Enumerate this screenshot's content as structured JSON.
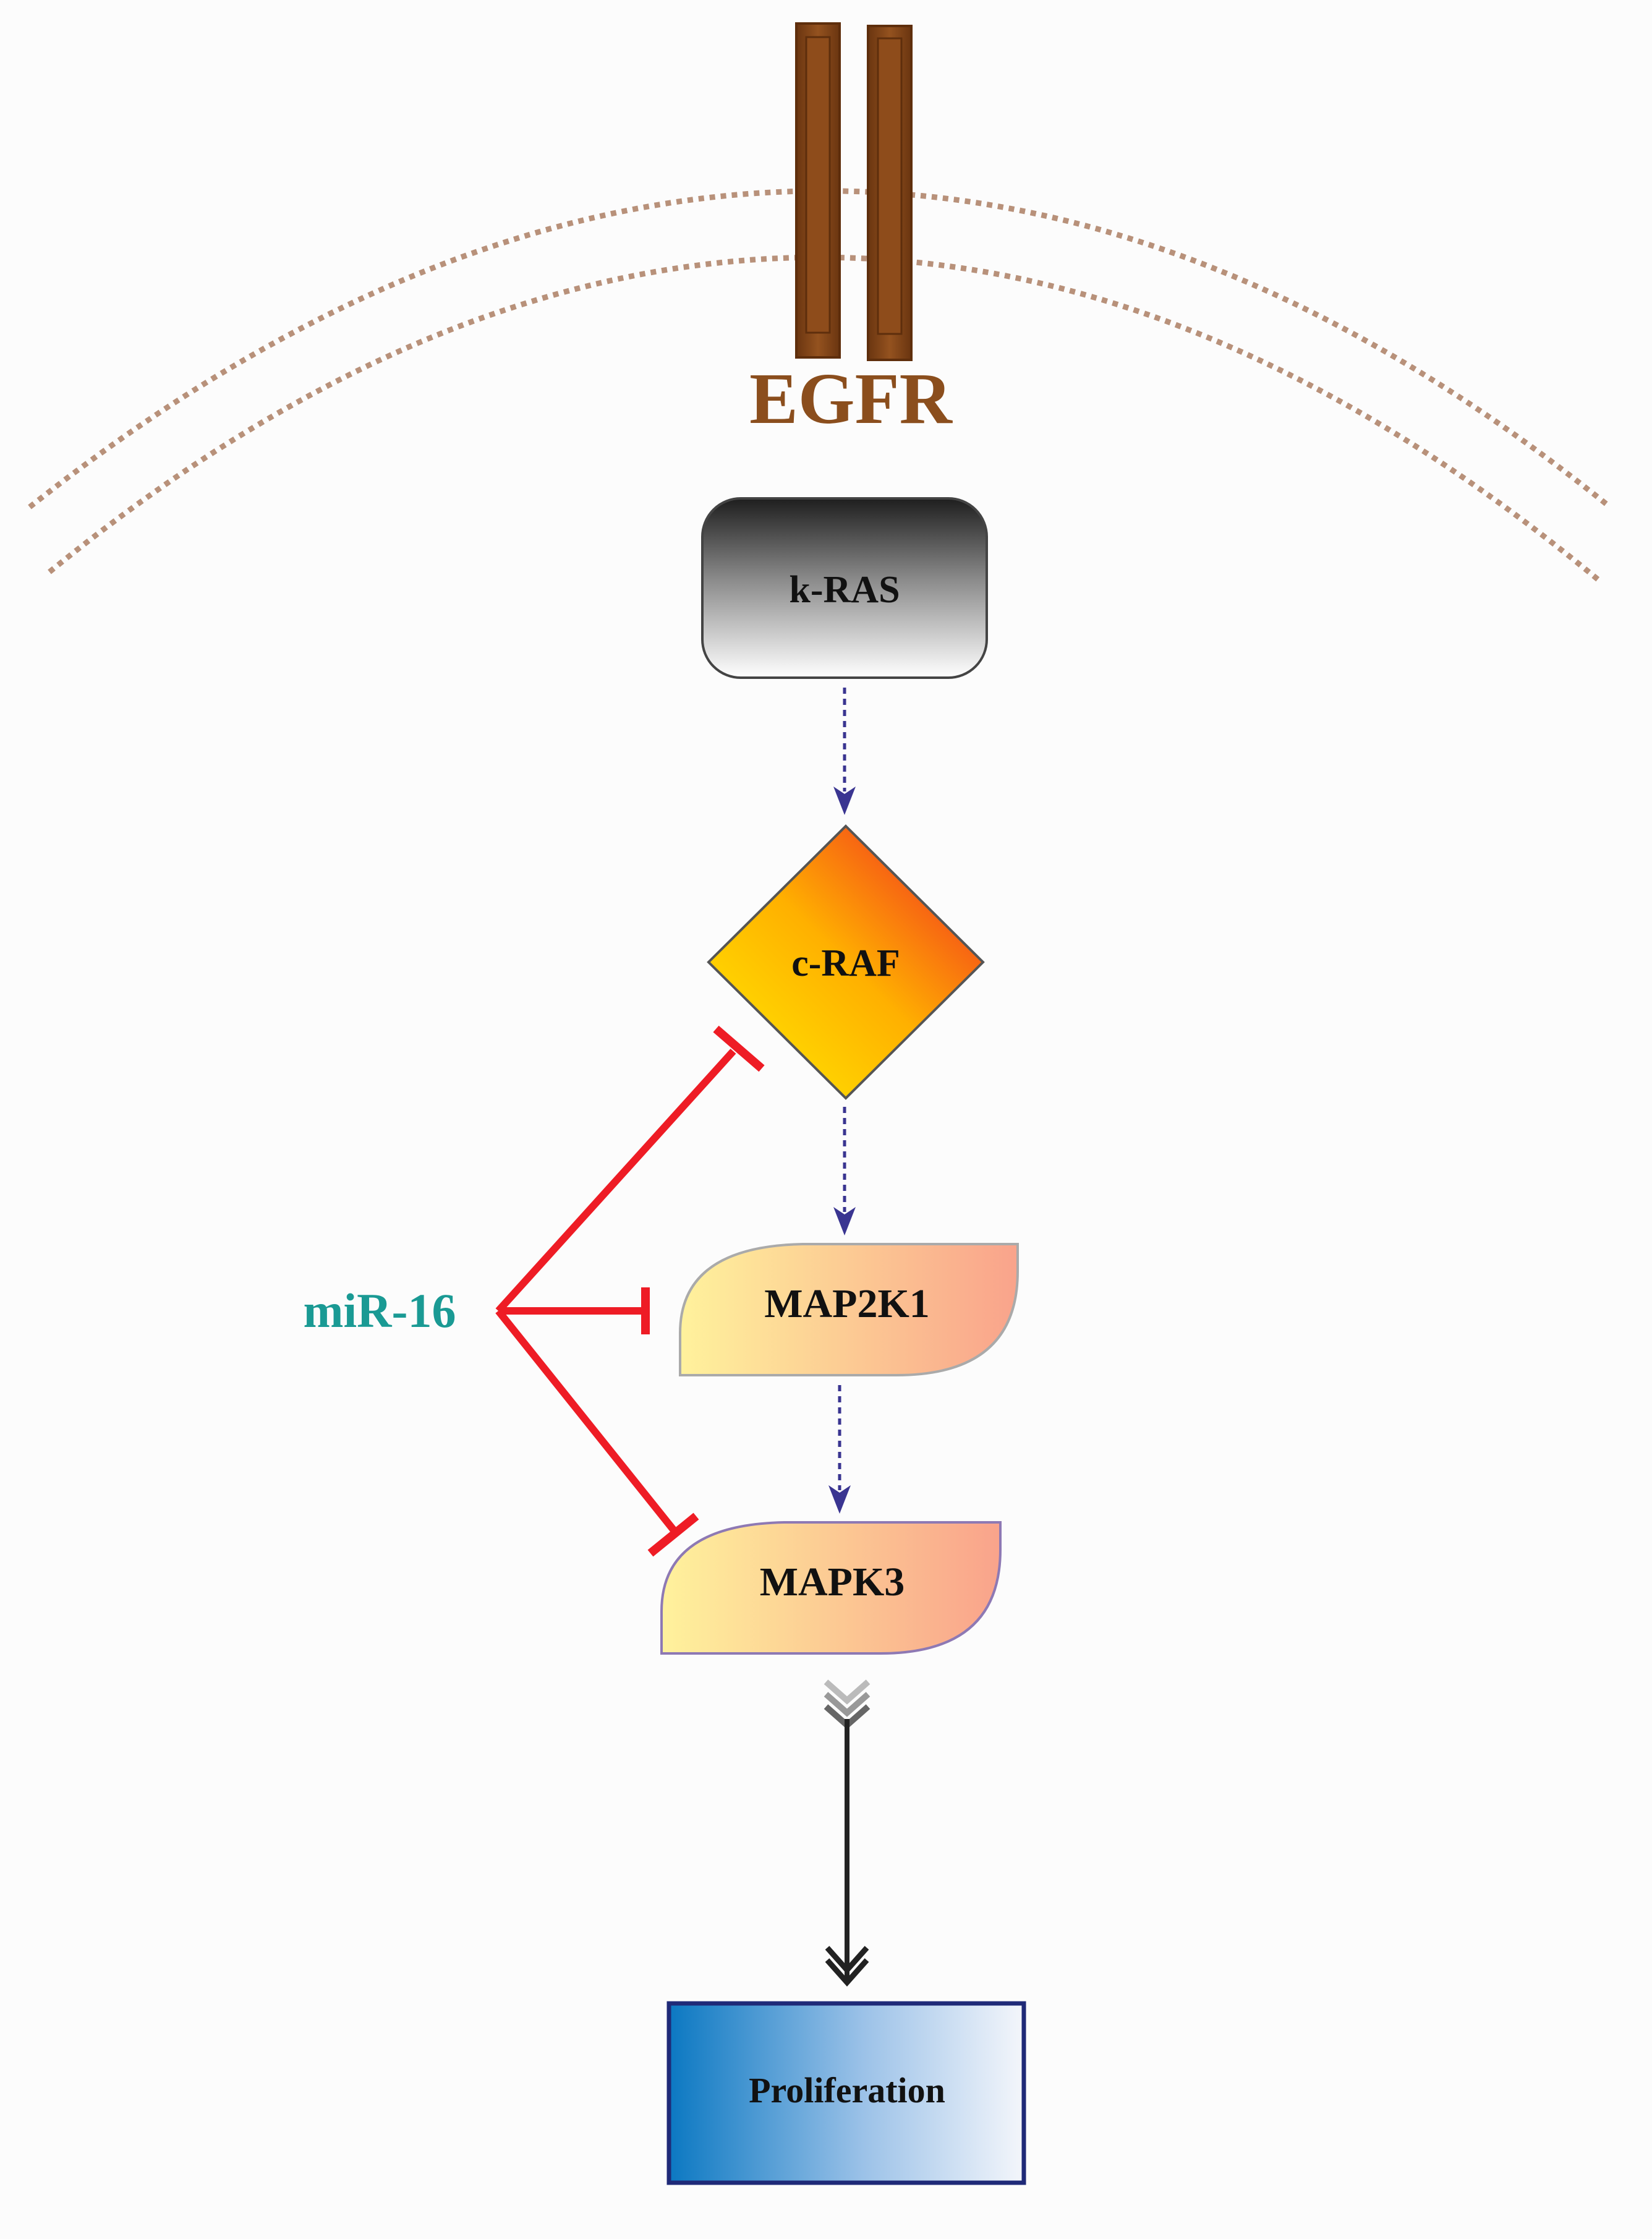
{
  "labels": {
    "receptor": "EGFR",
    "kras": "k-RAS",
    "craf": "c-RAF",
    "map2k1": "MAP2K1",
    "mapk3": "MAPK3",
    "proliferation": "Proliferation",
    "mirna": "miR-16"
  },
  "colors": {
    "background": "#fcfcfc",
    "membrane": "#b8917a",
    "receptor": "#8b4a17",
    "receptor_edge": "#6a3510",
    "receptor_text": "#8b4e1d",
    "mirna_text": "#1a9a94",
    "inhibition": "#ee1c25",
    "activation_arrow": "#3a3591",
    "final_arrow": "#222222",
    "proliferation_border": "#1f2a78"
  },
  "relations": [
    {
      "from": "k-RAS",
      "to": "c-RAF",
      "type": "activation"
    },
    {
      "from": "c-RAF",
      "to": "MAP2K1",
      "type": "activation"
    },
    {
      "from": "MAP2K1",
      "to": "MAPK3",
      "type": "activation"
    },
    {
      "from": "MAPK3",
      "to": "Proliferation",
      "type": "activation"
    },
    {
      "from": "miR-16",
      "to": "c-RAF",
      "type": "inhibition"
    },
    {
      "from": "miR-16",
      "to": "MAP2K1",
      "type": "inhibition"
    },
    {
      "from": "miR-16",
      "to": "MAPK3",
      "type": "inhibition"
    }
  ]
}
